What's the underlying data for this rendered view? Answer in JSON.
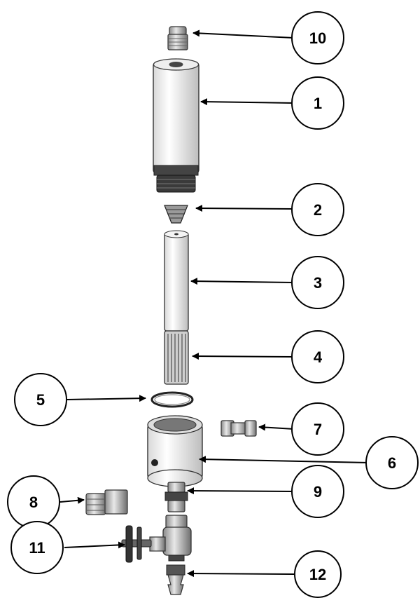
{
  "callouts": [
    {
      "id": "10",
      "label": "10"
    },
    {
      "id": "1",
      "label": "1"
    },
    {
      "id": "2",
      "label": "2"
    },
    {
      "id": "3",
      "label": "3"
    },
    {
      "id": "4",
      "label": "4"
    },
    {
      "id": "5",
      "label": "5"
    },
    {
      "id": "7",
      "label": "7"
    },
    {
      "id": "6",
      "label": "6"
    },
    {
      "id": "8",
      "label": "8"
    },
    {
      "id": "9",
      "label": "9"
    },
    {
      "id": "11",
      "label": "11"
    },
    {
      "id": "12",
      "label": "12"
    }
  ],
  "colors": {
    "outline": "#000000",
    "part_fill": "#ffffff",
    "part_dark": "#555555"
  }
}
